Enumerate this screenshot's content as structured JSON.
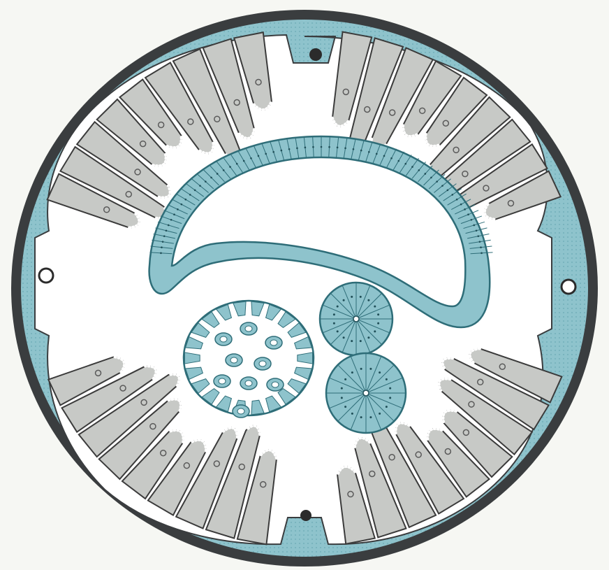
{
  "colors": {
    "background": "#f6f7f3",
    "outer_ring": "#3a3d3f",
    "wall_blue": "#8ec3cc",
    "wall_blue_dark": "#4f8f9b",
    "cavity": "#ffffff",
    "cell_gray": "#c7c9c6",
    "cell_outline": "#3b3b3b",
    "nucleus": "#5a5a5a"
  },
  "structures": {
    "outer_ring": "outer-wall",
    "mesenchyme": "mesoglea-layer",
    "septa_groups": 4,
    "pores": 4,
    "curved_tube": "curved-epithelial-tube",
    "radial_disks": 2,
    "glandular_body": "glandular-body"
  }
}
